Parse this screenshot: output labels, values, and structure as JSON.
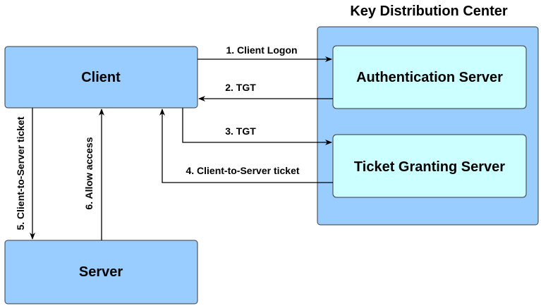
{
  "kdc": {
    "title": "Key Distribution Center"
  },
  "nodes": {
    "client": "Client",
    "server": "Server",
    "authentication_server": "Authentication Server",
    "ticket_granting_server": "Ticket Granting Server"
  },
  "edges": {
    "client_logon": "1. Client Logon",
    "tgt_return": "2. TGT",
    "tgt_forward": "3. TGT",
    "client_to_server_ticket": "4. Client-to-Server ticket",
    "client_to_server_ticket_vertical": "5. Client-to-Server ticket",
    "allow_access": "6. Allow access"
  },
  "colors": {
    "client_fill": "#99ccff",
    "client_stroke": "#36393d",
    "kdc_fill": "#99ccff",
    "kdc_stroke": "#36393d",
    "inner_fill": "#ccffff",
    "inner_stroke": "#36393d"
  }
}
